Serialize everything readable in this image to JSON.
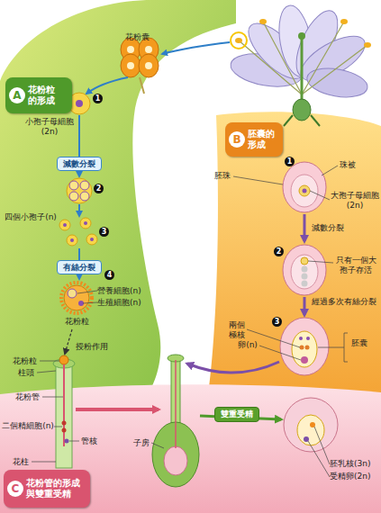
{
  "diagram": {
    "nodes": [
      {
        "text": [
          "A",
          "花粉粒 的形成"
        ]
      },
      {
        "text": [
          "減數分裂"
        ]
      },
      {
        "text": [
          "有絲分裂"
        ]
      },
      {
        "text": [
          "B",
          "胚囊的 形成"
        ]
      },
      {
        "text": [
          "雙重受精"
        ]
      },
      {
        "text": [
          "C",
          "花粉管的形成 與雙重受精"
        ]
      }
    ],
    "labels": [
      "花粉囊",
      "小孢子母細胞 (2n)",
      "1",
      "2",
      "四個小孢子(n)",
      "3",
      "4",
      "營養細胞(n)",
      "生殖細胞(n)",
      "花粉粒",
      "授粉作用",
      "花粉粒",
      "柱頭",
      "花粉管",
      "二個精細胞(n)",
      "管核",
      "花柱",
      "子房",
      "1",
      "珠被",
      "胚珠",
      "大孢子母細胞 (2n)",
      "減數分裂",
      "2",
      "只有一個大 孢子存活",
      "經過多次有絲分裂",
      "3",
      "兩個 極核",
      "卵(n)",
      "胚囊",
      "胚乳核(3n)",
      "受精卵(2n)"
    ]
  }
}
